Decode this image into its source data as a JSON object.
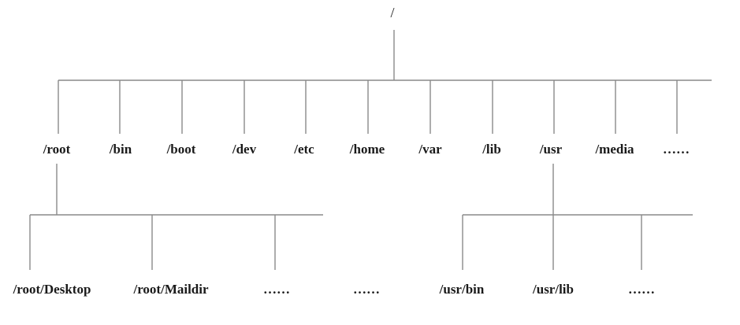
{
  "tree": {
    "root": {
      "label": "/"
    },
    "level1": [
      {
        "id": "root",
        "label": "/root"
      },
      {
        "id": "bin",
        "label": "/bin"
      },
      {
        "id": "boot",
        "label": "/boot"
      },
      {
        "id": "dev",
        "label": "/dev"
      },
      {
        "id": "etc",
        "label": "/etc"
      },
      {
        "id": "home",
        "label": "/home"
      },
      {
        "id": "var",
        "label": "/var"
      },
      {
        "id": "lib",
        "label": "/lib"
      },
      {
        "id": "usr",
        "label": "/usr"
      },
      {
        "id": "media",
        "label": "/media"
      },
      {
        "id": "more",
        "label": "……"
      }
    ],
    "root_children": [
      {
        "id": "root-desktop",
        "label": "/root/Desktop"
      },
      {
        "id": "root-maildir",
        "label": "/root/Maildir"
      },
      {
        "id": "root-more",
        "label": "……"
      },
      {
        "id": "root-more-2",
        "label": "……"
      }
    ],
    "usr_children": [
      {
        "id": "usr-bin",
        "label": "/usr/bin"
      },
      {
        "id": "usr-lib",
        "label": "/usr/lib"
      },
      {
        "id": "usr-more",
        "label": "……"
      }
    ]
  }
}
